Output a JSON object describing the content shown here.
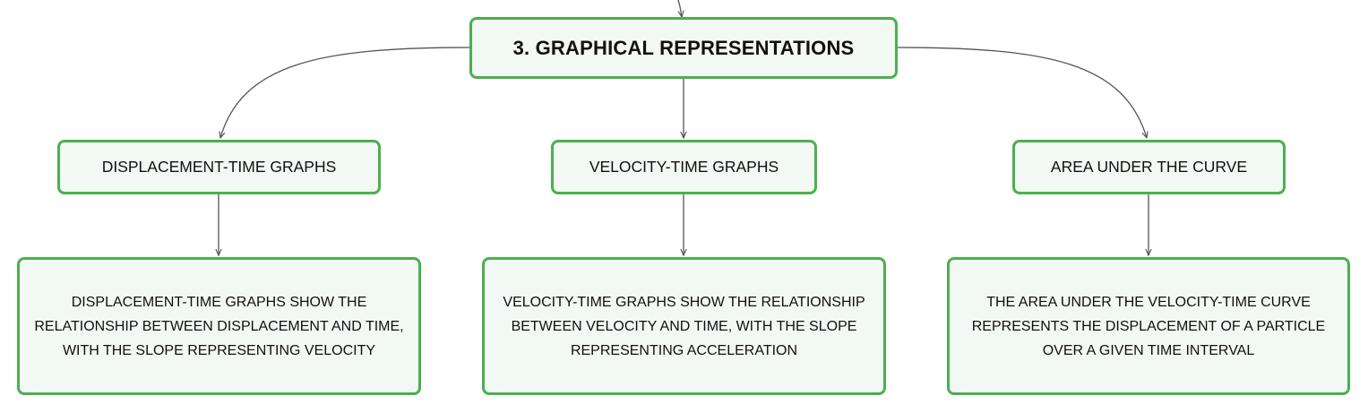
{
  "diagram": {
    "root": {
      "label": "3. GRAPHICAL REPRESENTATIONS"
    },
    "branches": [
      {
        "topic": "DISPLACEMENT-TIME GRAPHS",
        "detail": "DISPLACEMENT-TIME GRAPHS SHOW THE RELATIONSHIP BETWEEN DISPLACEMENT AND TIME, WITH THE SLOPE REPRESENTING VELOCITY"
      },
      {
        "topic": "VELOCITY-TIME GRAPHS",
        "detail": "VELOCITY-TIME GRAPHS SHOW THE RELATIONSHIP BETWEEN VELOCITY AND TIME, WITH THE SLOPE REPRESENTING ACCELERATION"
      },
      {
        "topic": "AREA UNDER THE CURVE",
        "detail": "THE AREA UNDER THE VELOCITY-TIME CURVE REPRESENTS THE DISPLACEMENT OF A PARTICLE OVER A GIVEN TIME INTERVAL"
      }
    ],
    "colors": {
      "node_border": "#4caf50",
      "node_fill": "#f2f8f3",
      "connector": "#555555",
      "text": "#111111"
    }
  }
}
